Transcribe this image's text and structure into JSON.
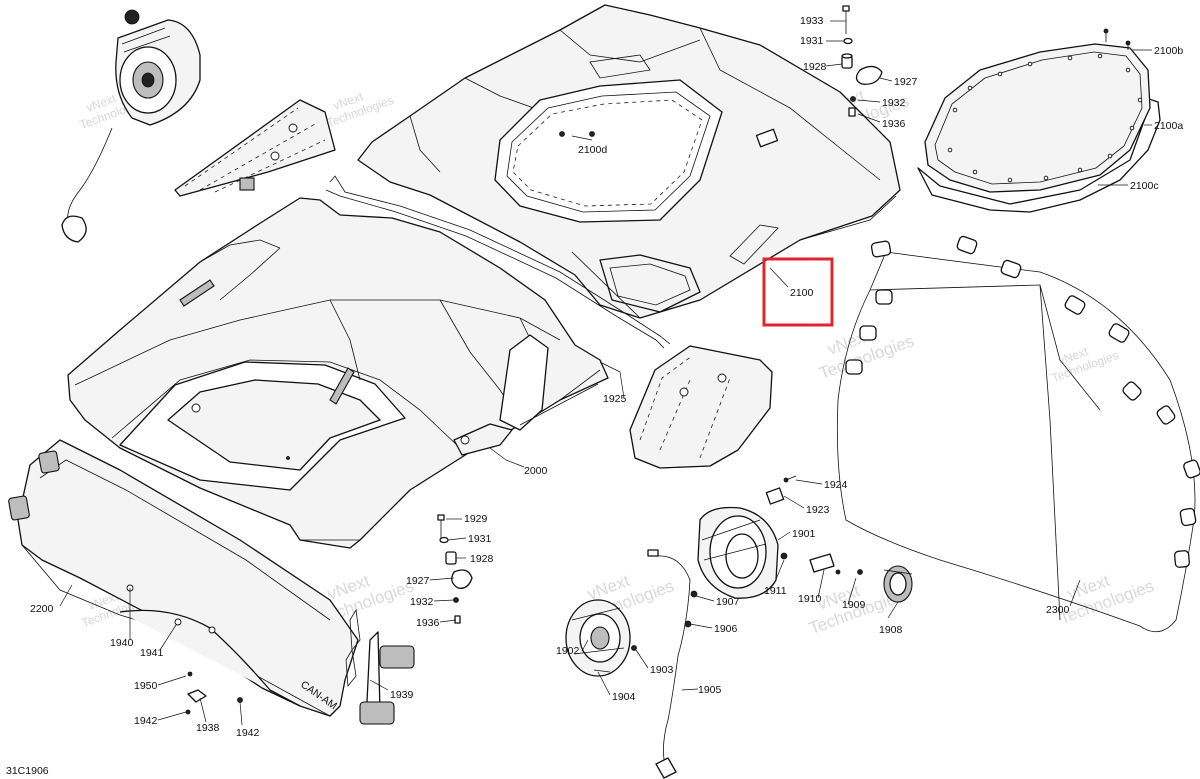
{
  "diagram_id": "31C1906",
  "watermark": {
    "line1": "vNext",
    "line2": "Technologies"
  },
  "highlighted_callout": "2100",
  "callouts": {
    "c1933": "1933",
    "c1931a": "1931",
    "c1928a": "1928",
    "c1927a": "1927",
    "c1932a": "1932",
    "c1936a": "1936",
    "c2100b": "2100b",
    "c2100a": "2100a",
    "c2100c": "2100c",
    "c2100d": "2100d",
    "c2100": "2100",
    "c1925": "1925",
    "c2000": "2000",
    "c1924": "1924",
    "c1923": "1923",
    "c1901": "1901",
    "c1911": "1911",
    "c1910": "1910",
    "c1909": "1909",
    "c1908": "1908",
    "c1929": "1929",
    "c1931b": "1931",
    "c1928b": "1928",
    "c1927b": "1927",
    "c1932b": "1932",
    "c1936b": "1936",
    "c2200": "2200",
    "c1940": "1940",
    "c1941": "1941",
    "c1950": "1950",
    "c1942a": "1942",
    "c1938": "1938",
    "c1942b": "1942",
    "c1939": "1939",
    "c1907": "1907",
    "c1906": "1906",
    "c1902": "1902",
    "c1903": "1903",
    "c1904": "1904",
    "c1905": "1905",
    "c2300": "2300"
  },
  "brand_mark": "CAN-AM"
}
